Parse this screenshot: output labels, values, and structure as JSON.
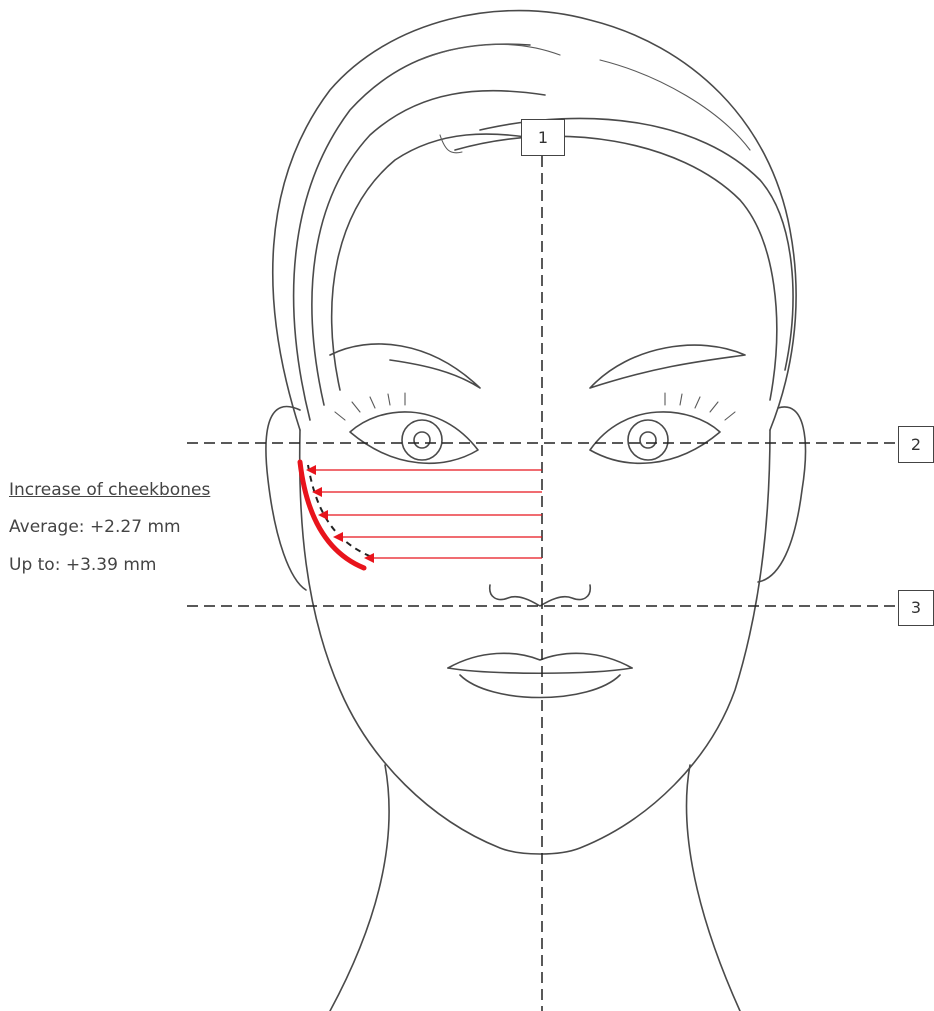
{
  "annotation": {
    "title": "Increase of cheekbones",
    "average": "Average: +2.27 mm",
    "maximum": "Up to: +3.39 mm"
  },
  "markers": {
    "vertical_midline": "1",
    "eye_line": "2",
    "nose_line": "3"
  },
  "colors": {
    "line_art": "#4a4a4a",
    "guide_lines": "#222222",
    "highlight": "#e8141c"
  },
  "icons": {
    "arrows": "left-arrow-icon"
  }
}
